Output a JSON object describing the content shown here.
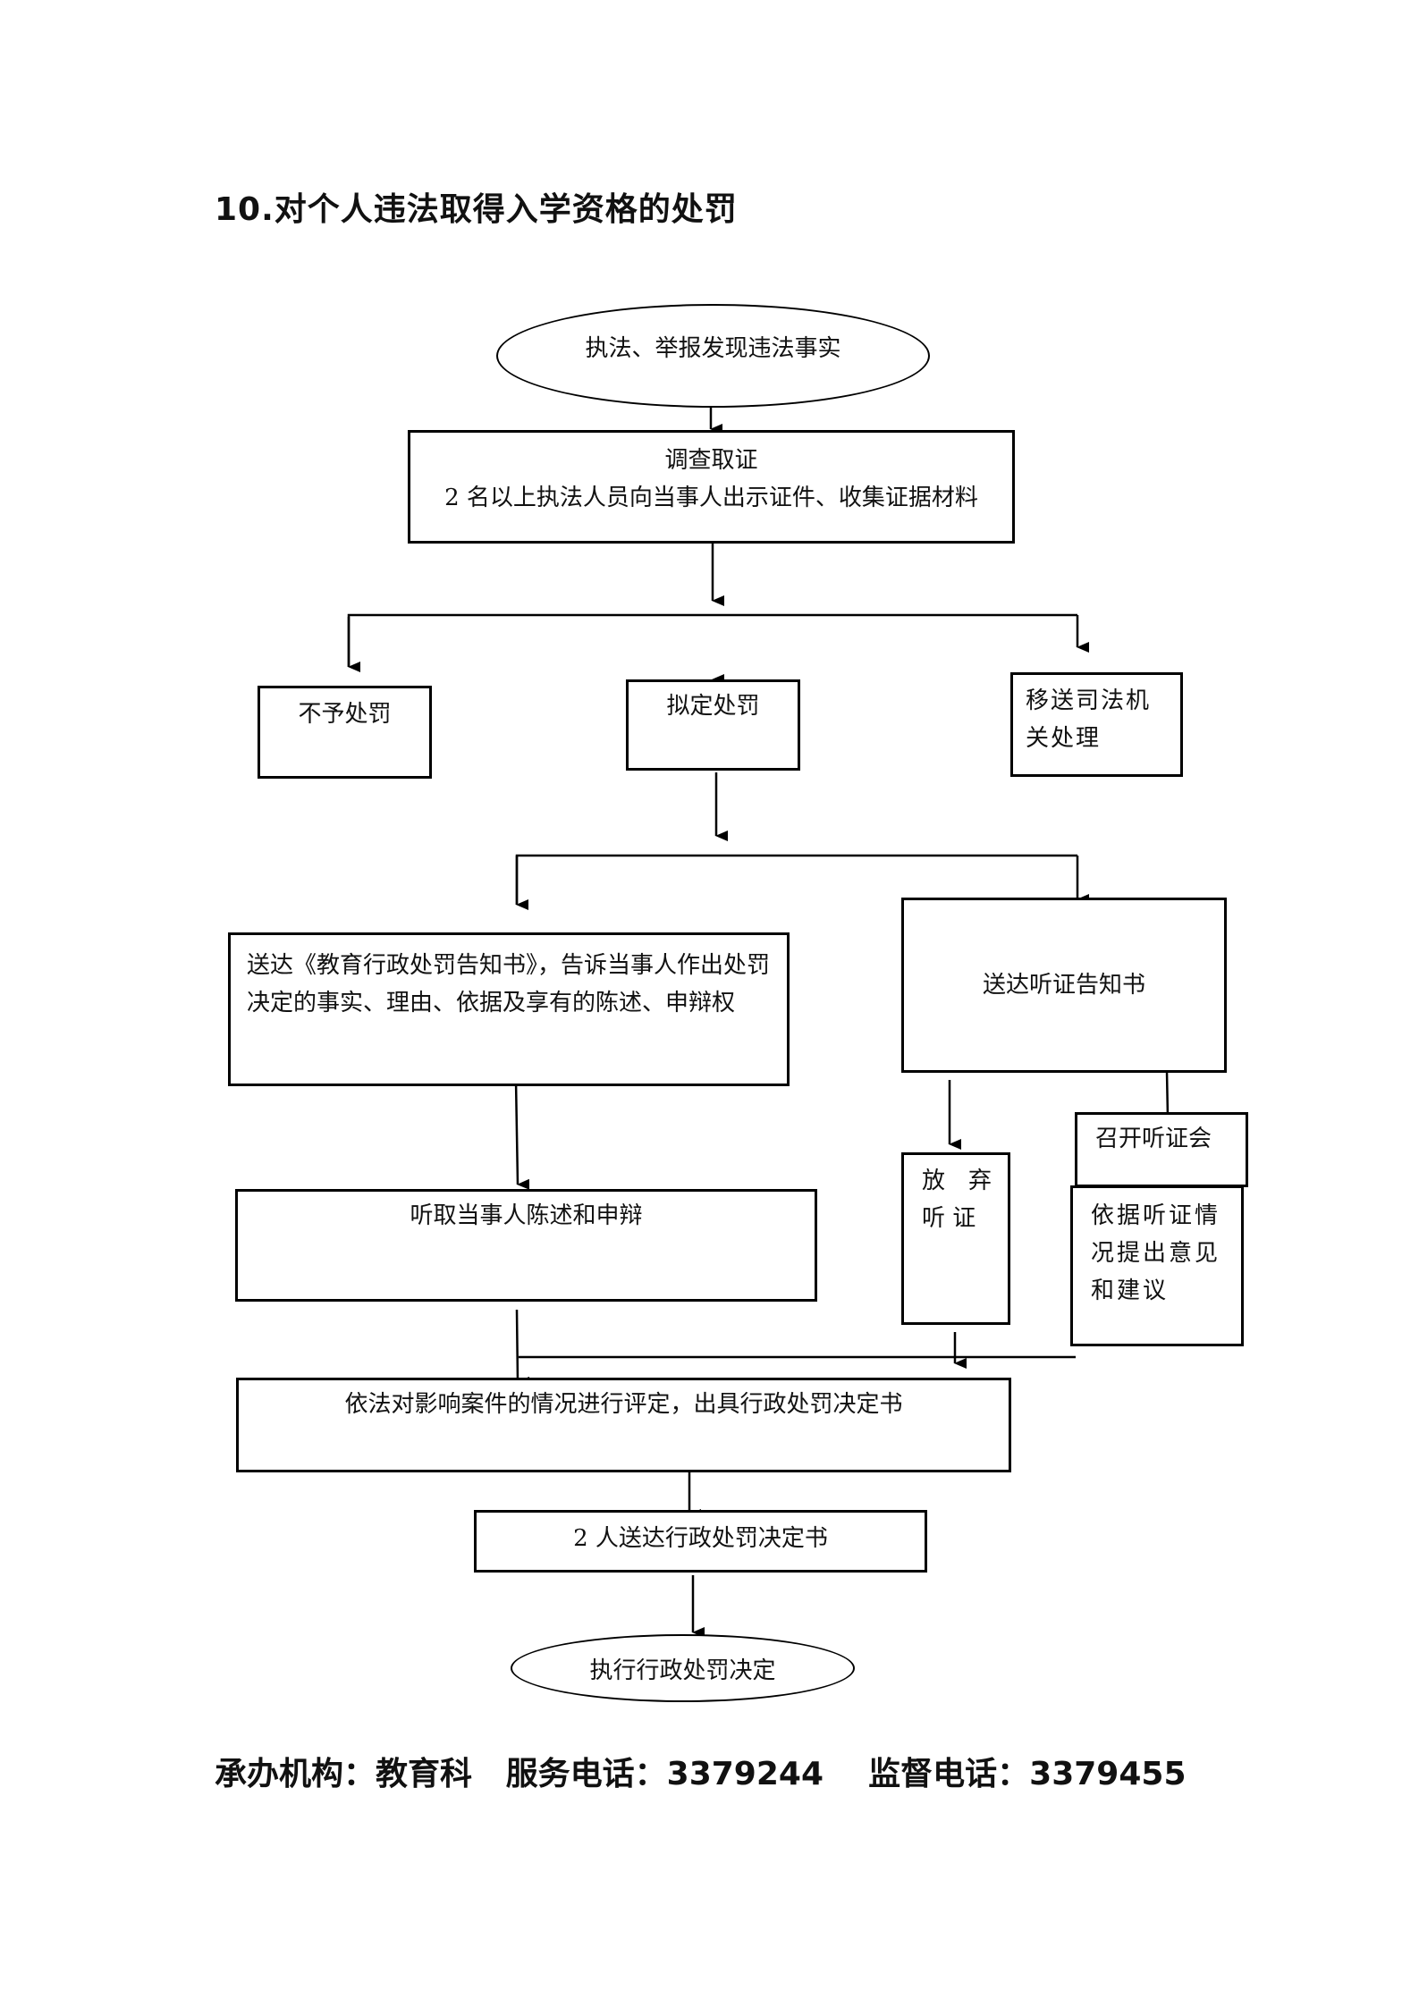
{
  "title": "10.对个人违法取得入学资格的处罚",
  "nodes": {
    "start": "执法、举报发现违法事实",
    "investigate_title": "调查取证",
    "investigate_desc": "2 名以上执法人员向当事人出示证件、收集证据材料",
    "no_penalty": "不予处罚",
    "propose_penalty": "拟定处罚",
    "transfer_judicial": "移送司法机关处理",
    "deliver_notice": "送达《教育行政处罚告知书》，告诉当事人作出处罚决定的事实、理由、依据及享有的陈述、申辩权",
    "deliver_hearing_notice": "送达听证告知书",
    "waive_hearing_line1": "放　弃",
    "waive_hearing_line2": "听 证",
    "hold_hearing": "召开听证会",
    "hearing_opinion": "依据听证情况提出意见和建议",
    "hear_statement": "听取当事人陈述和申辩",
    "evaluate": "依法对影响案件的情况进行评定，出具行政处罚决定书",
    "deliver_decision": "2 人送达行政处罚决定书",
    "execute": "执行行政处罚决定"
  },
  "footer": {
    "org_label": "承办机构：",
    "org": "教育科",
    "service_label": "服务电话：",
    "service_phone": "3379244",
    "supervise_label": "监督电话：",
    "supervise_phone": "3379455"
  }
}
